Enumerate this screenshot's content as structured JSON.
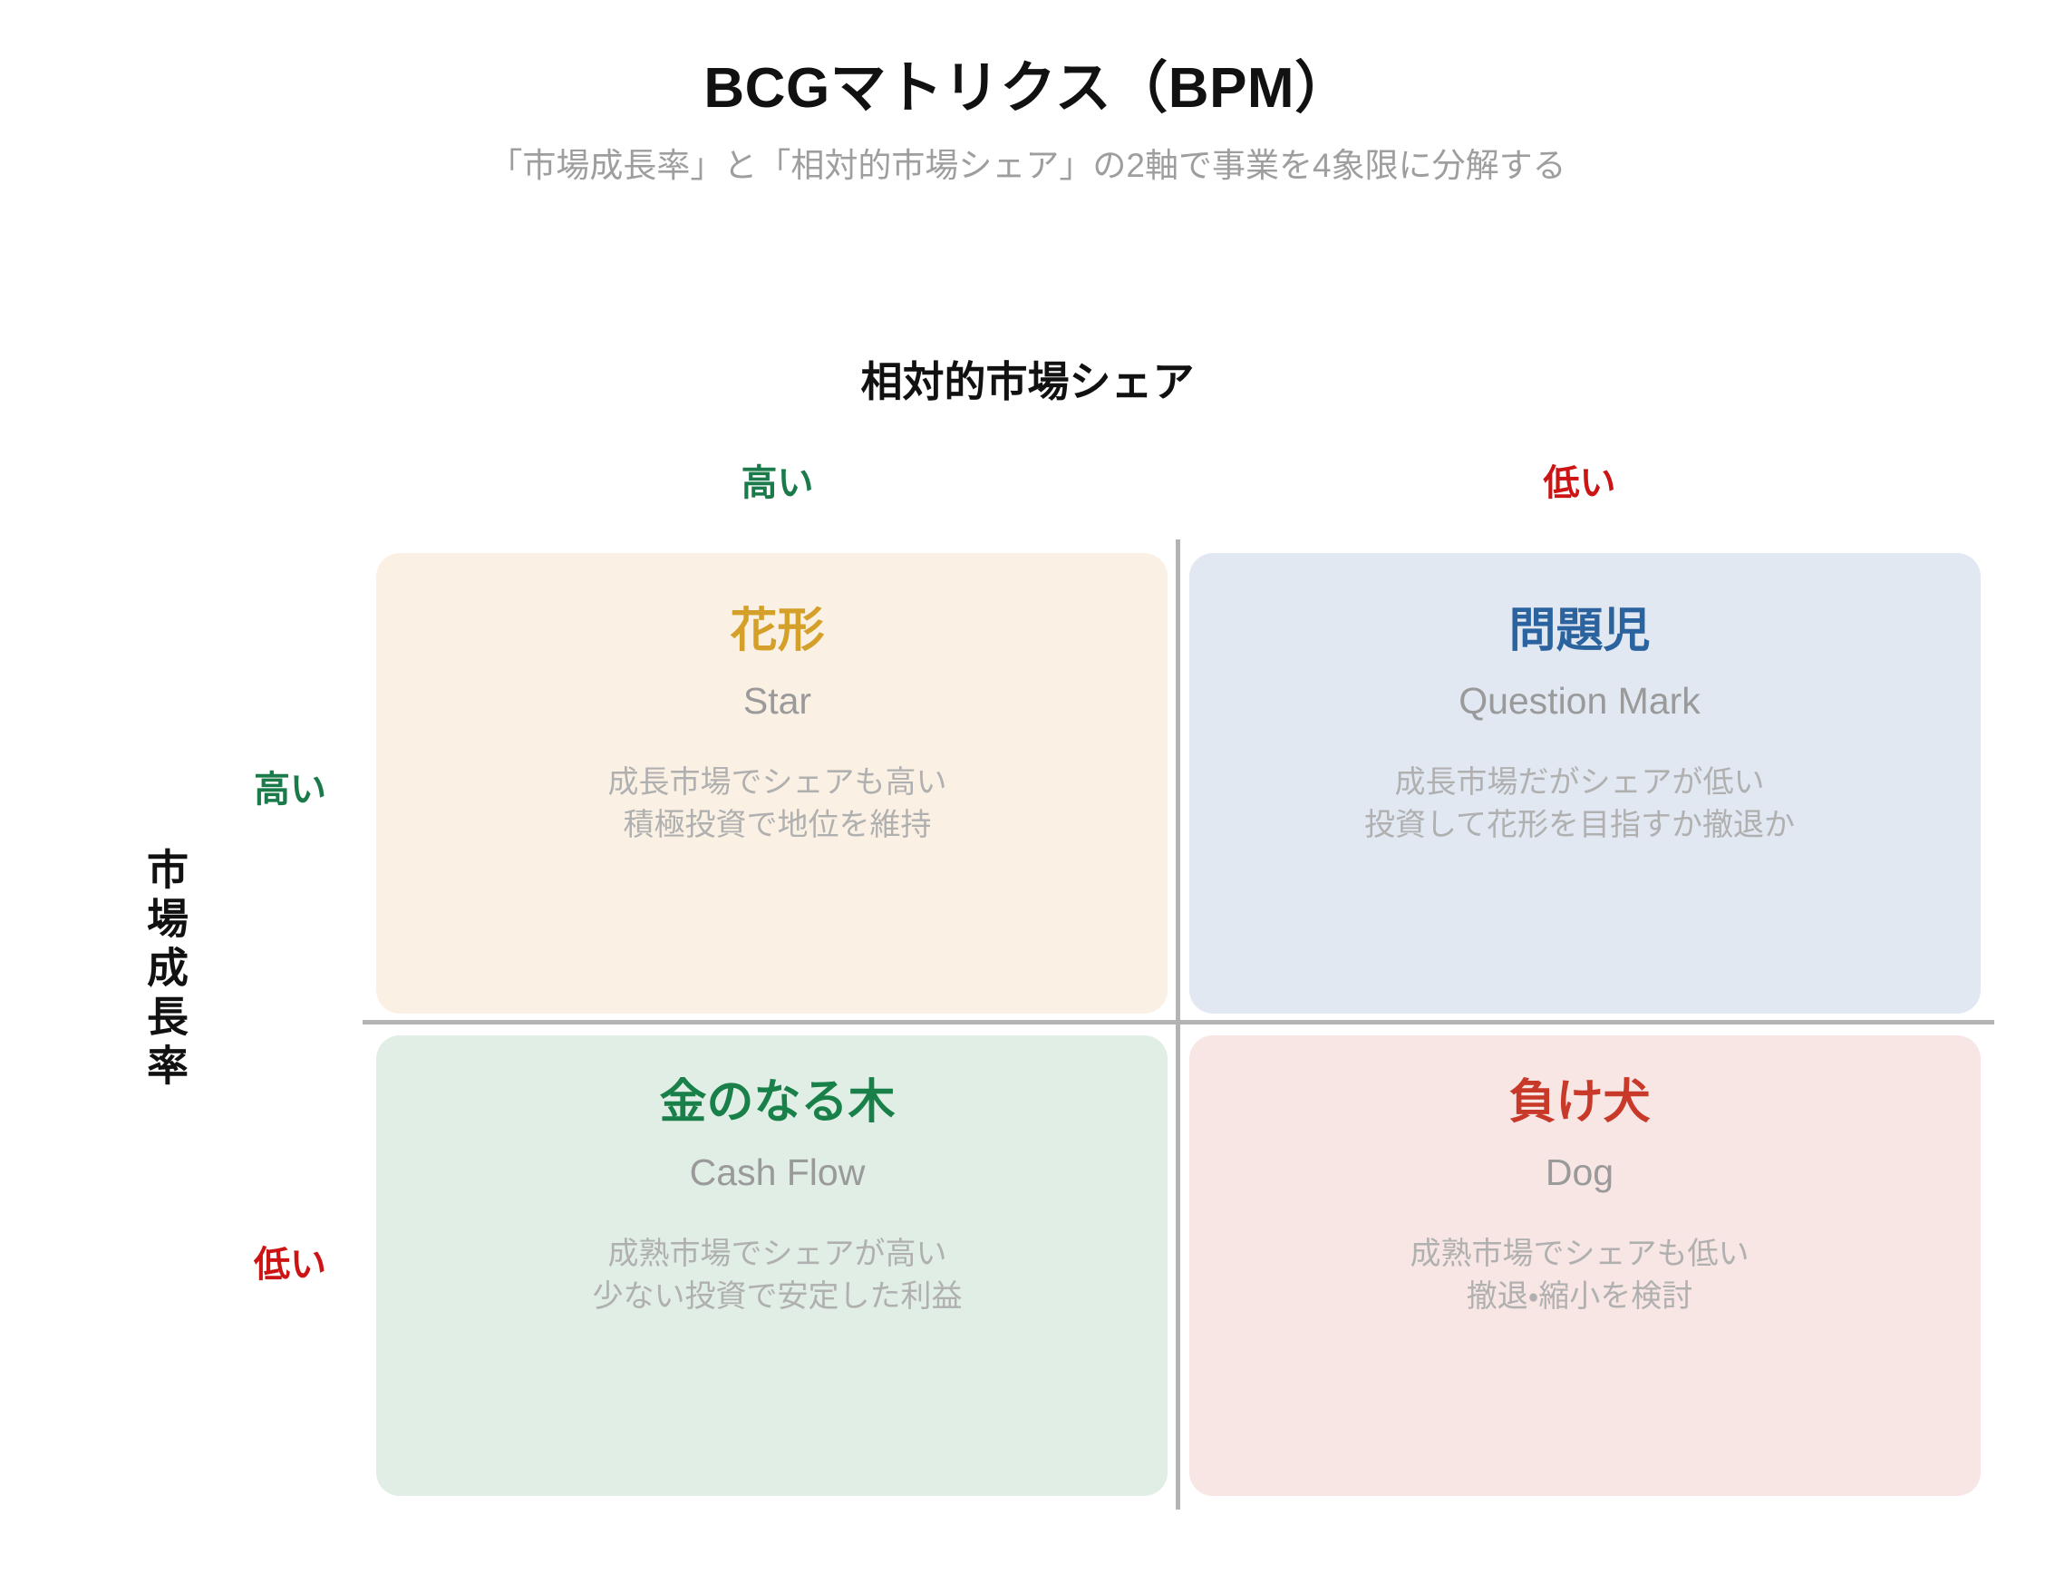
{
  "header": {
    "title": "BCGマトリクス（BPM）",
    "subtitle": "「市場成長率」と「相対的市場シェア」の2軸で事業を4象限に分解する"
  },
  "axes": {
    "x_title": "相対的市場シェア",
    "y_title": "市場成長率",
    "x_labels": {
      "left": "高い",
      "right": "低い"
    },
    "y_labels": {
      "top": "高い",
      "bottom": "低い"
    }
  },
  "colors": {
    "high_label": "#1a7a4a",
    "low_label": "#cc1414",
    "divider": "#b3b3b3",
    "star_title": "#d4a029",
    "star_bg": "#faf1e4",
    "question_title": "#2b639f",
    "question_bg": "#e1e8f2",
    "cash_title": "#1a8049",
    "cash_bg": "#e0eee6",
    "dog_title": "#c9392a",
    "dog_bg": "#f7e6e4",
    "muted_text": "#b0b0b0"
  },
  "quadrants": {
    "star": {
      "title": "花形",
      "english": "Star",
      "desc_line1": "成長市場でシェアも高い",
      "desc_line2": "積極投資で地位を維持"
    },
    "question": {
      "title": "問題児",
      "english": "Question Mark",
      "desc_line1": "成長市場だがシェアが低い",
      "desc_line2": "投資して花形を目指すか撤退か"
    },
    "cash": {
      "title": "金のなる木",
      "english": "Cash Flow",
      "desc_line1": "成熟市場でシェアが高い",
      "desc_line2": "少ない投資で安定した利益"
    },
    "dog": {
      "title": "負け犬",
      "english": "Dog",
      "desc_line1": "成熟市場でシェアも低い",
      "desc_line2": "撤退・縮小を検討"
    }
  }
}
